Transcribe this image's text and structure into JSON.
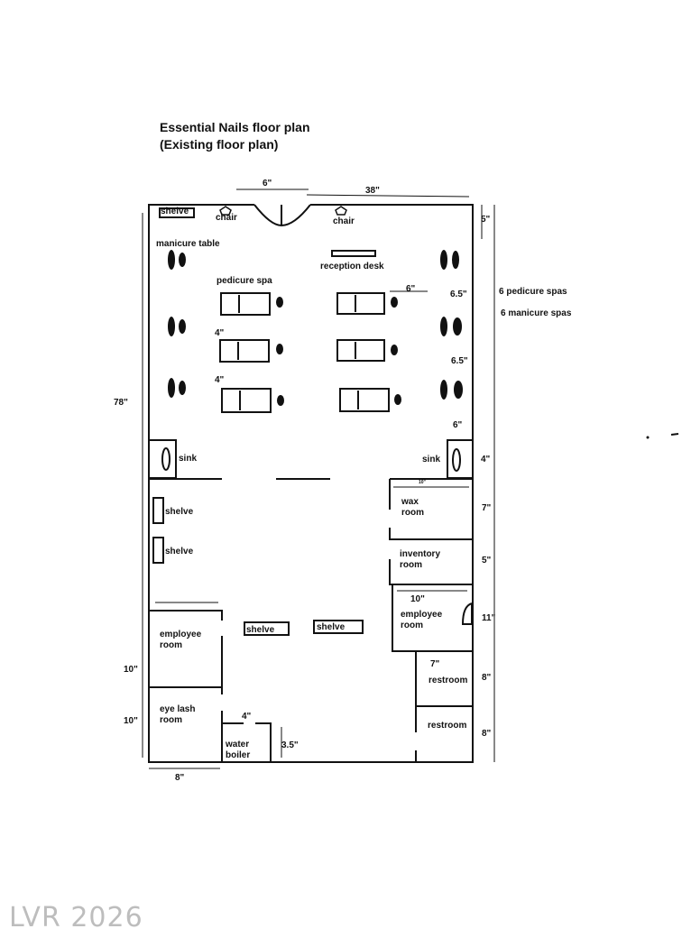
{
  "title": "Essential Nails floor plan",
  "subtitle": "(Existing floor plan)",
  "labels": {
    "shelve_top": "shelve",
    "chair1": "chair",
    "chair2": "chair",
    "manicure_table": "manicure table",
    "reception_desk": "reception desk",
    "pedicure_spa": "pedicure spa",
    "sink_left": "sink",
    "sink_right": "sink",
    "wax_room": "wax\nroom",
    "inventory_room": "inventory\nroom",
    "employee_room_right": "employee\nroom",
    "employee_room_left": "employee\nroom",
    "shelve_left1": "shelve",
    "shelve_left2": "shelve",
    "shelve_mid1": "shelve",
    "shelve_mid2": "shelve",
    "restroom1": "restroom",
    "restroom2": "restroom",
    "eye_lash_room": "eye lash\nroom",
    "water_boiler": "water\nboiler"
  },
  "dimensions": {
    "door_width": "6\"",
    "overall_width": "38\"",
    "overall_length": "78\"",
    "top_right": "5\"",
    "spa_gap": "6\"",
    "right_65a": "6.5\"",
    "right_65b": "6.5\"",
    "right_6": "6\"",
    "spa_sep1": "4\"",
    "spa_sep2": "4\"",
    "sink_right": "4\"",
    "wax_small": "10\"",
    "wax": "7\"",
    "inventory": "5\"",
    "employee_right_inner": "10\"",
    "employee_right": "11\"",
    "restroom_inner": "7\"",
    "restroom1": "8\"",
    "restroom2": "8\"",
    "left_10a": "10\"",
    "left_10b": "10\"",
    "boiler_width": "4\"",
    "boiler_35": "3.5\"",
    "bottom_8": "8\""
  },
  "notes": {
    "pedicure_count": "6 pedicure spas",
    "manicure_count": "6 manicure spas"
  },
  "watermark": "LVR 2026"
}
